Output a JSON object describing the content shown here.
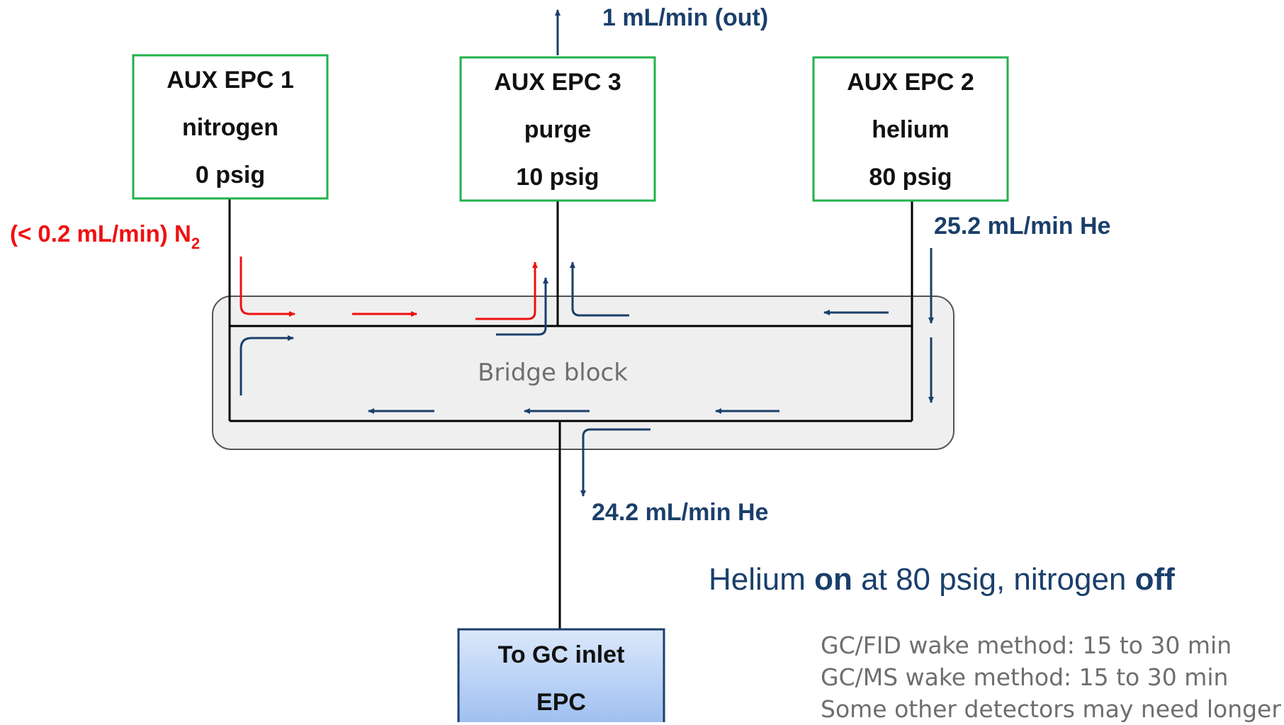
{
  "epc1": {
    "name": "AUX EPC 1",
    "gas": "nitrogen",
    "pressure": "0 psig"
  },
  "epc3": {
    "name": "AUX EPC 3",
    "gas": "purge",
    "pressure": "10 psig"
  },
  "epc2": {
    "name": "AUX EPC 2",
    "gas": "helium",
    "pressure": "80 psig"
  },
  "bridge": {
    "label": "Bridge block"
  },
  "flows": {
    "out": "1 mL/min (out)",
    "n2_prefix": "(< 0.2 mL/min) N",
    "n2_sub": "2",
    "he_in": "25.2 mL/min He",
    "he_out": "24.2 mL/min He"
  },
  "inlet": {
    "line1": "To GC inlet",
    "line2": "EPC"
  },
  "headline": {
    "p1": "Helium ",
    "b1": "on",
    "p2": " at 80 psig, nitrogen ",
    "b2": "off"
  },
  "notes": [
    "GC/FID wake method: 15 to 30 min",
    "GC/MS wake method: 15 to 30 min",
    "Some other detectors may need longer"
  ],
  "colors": {
    "blue": "#1a3f6b",
    "red": "#ee1111",
    "green": "#21b24b",
    "text": "#111111",
    "gray": "#6e6e6e"
  }
}
